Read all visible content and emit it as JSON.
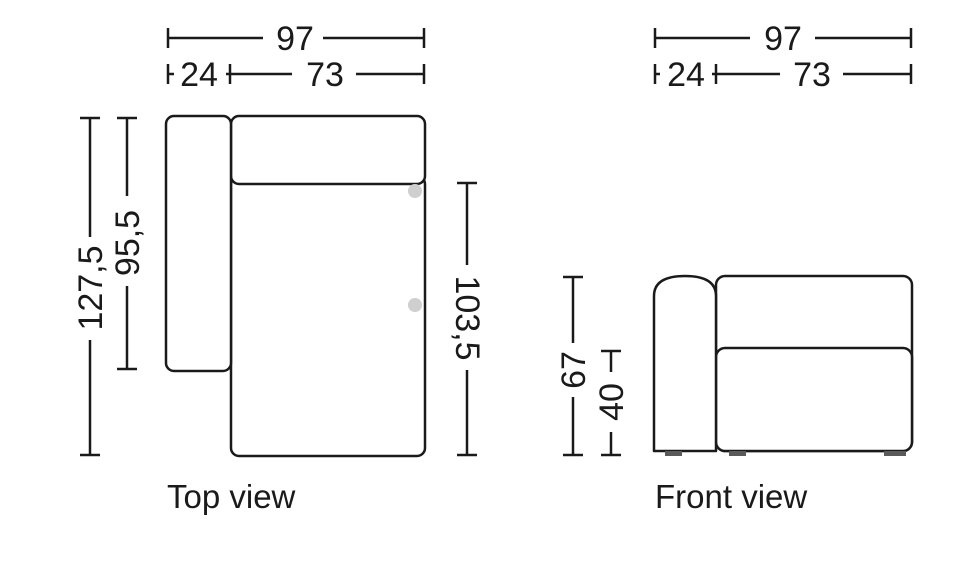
{
  "top_view": {
    "caption": "Top view",
    "width_total": "97",
    "width_arm": "24",
    "width_seat": "73",
    "depth_total": "127,5",
    "depth_arm": "95,5",
    "depth_seat": "103,5"
  },
  "front_view": {
    "caption": "Front view",
    "width_total": "97",
    "width_arm": "24",
    "width_seat": "73",
    "height_total": "67",
    "height_seat": "40"
  }
}
